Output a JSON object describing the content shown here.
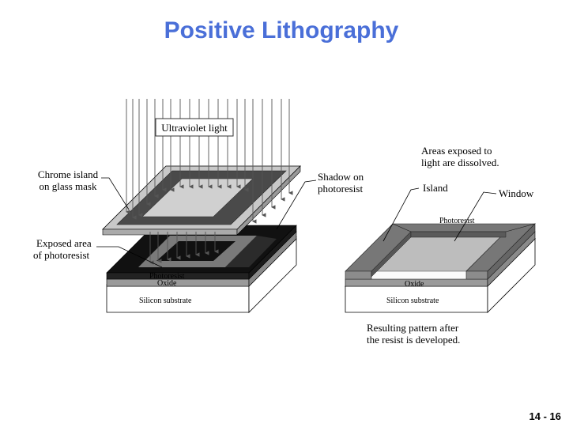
{
  "title": "Positive Lithography",
  "labels": {
    "uv_light": "Ultraviolet light",
    "chrome_island_1": "Chrome island",
    "chrome_island_2": "on glass mask",
    "shadow_1": "Shadow on",
    "shadow_2": "photoresist",
    "exposed_1": "Exposed area",
    "exposed_2": "of photoresist",
    "left_photoresist": "Photoresist",
    "left_oxide": "Oxide",
    "left_silicon": "Silicon substrate",
    "areas_1": "Areas exposed to",
    "areas_2": "light are dissolved.",
    "island": "Island",
    "window": "Window",
    "right_photoresist": "Photoresist",
    "right_oxide": "Oxide",
    "right_silicon": "Silicon substrate",
    "result_1": "Resulting pattern after",
    "result_2": "the resist is developed."
  },
  "slide_number": "14 - 16",
  "colors": {
    "title": "#4a6fd8",
    "mask_dark": "#4a4a4a",
    "resist_dark": "#111111",
    "resist_gray": "#777777",
    "window": "#bdbdbd",
    "substrate": "#ffffff"
  }
}
